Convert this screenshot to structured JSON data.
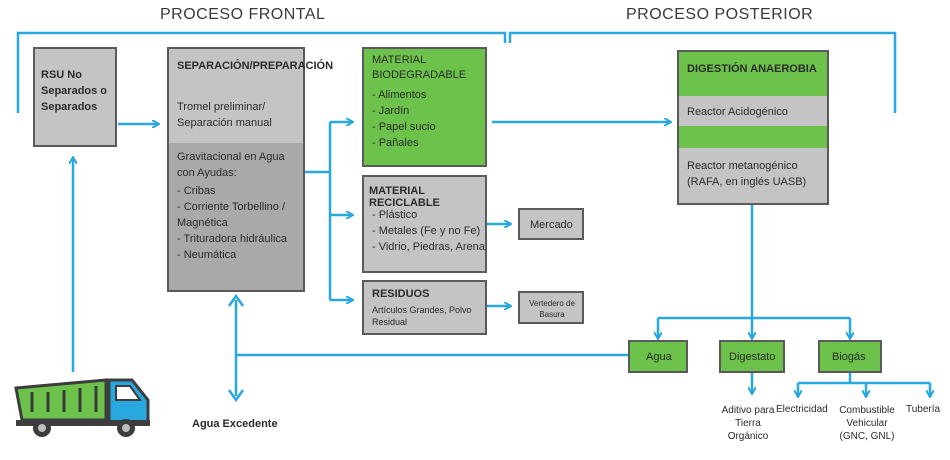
{
  "headers": {
    "front": "PROCESO FRONTAL",
    "back": "PROCESO POSTERIOR"
  },
  "rsu": "RSU No Separados o Separados",
  "separation": {
    "title": "SEPARACIÓN/PREPARACIÓN",
    "sub": "Tromel preliminar/ Separación manual",
    "grav_title": "Gravitacional en Agua con Ayudas:",
    "items": [
      "- Cribas",
      "- Corriente Torbellino / Magnética",
      "- Trituradora hidráulica",
      "- Neumática"
    ]
  },
  "biodegradable": {
    "title": "MATERIAL BIODEGRADABLE",
    "items": [
      "- Alimentos",
      "- Jardín",
      "- Papel sucio",
      "- Pañales"
    ]
  },
  "reciclable": {
    "title": "MATERIAL RECICLABLE",
    "items": [
      "- Plástico",
      "- Metales (Fe y no Fe)",
      "- Vidrio, Piedras, Arena"
    ]
  },
  "residuos": {
    "title": "RESIDUOS",
    "sub": "Artículos Grandes, Polvo Residual"
  },
  "mercado": "Mercado",
  "vertedero": "Vertedero de Basura",
  "digestion": {
    "title": "DIGESTIÓN ANAEROBIA",
    "reactor1": "Reactor Acidogénico",
    "reactor2": "Reactor metanogénico (RAFA, en inglés UASB)"
  },
  "outputs": {
    "agua": "Agua",
    "digestato": "Digestato",
    "biogas": "Biogás"
  },
  "agua_excedente": "Agua Excedente",
  "aditivo": "Aditivo para Tierra Orgánico",
  "biogas_uses": {
    "electricidad": "Electricidad",
    "combustible": "Combustible Vehicular (GNC, GNL)",
    "tuberia": "Tubería"
  },
  "colors": {
    "arrow": "#29a8e0",
    "green": "#6cc24a",
    "gray": "#c4c4c4",
    "truck_blue": "#29a8e0"
  }
}
